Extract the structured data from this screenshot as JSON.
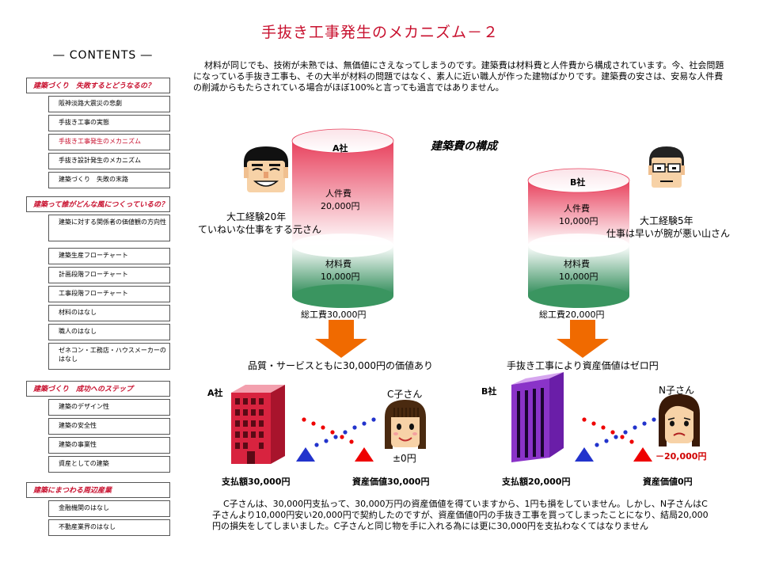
{
  "page": {
    "title": "手抜き工事発生のメカニズム－２",
    "intro": "材料が同じでも、技術が未熟では、無価値にさえなってしまうのです。建築費は材料費と人件費から構成されています。今、社会問題になっている手抜き工事も、その大半が材料の問題ではなく、素人に近い職人が作った建物ばかりです。建築費の安さは、安易な人件費の削減からもたらされている場合がほぼ100%と言っても過言ではありません。",
    "bottom": "C子さんは、30,000円支払って、30,000万円の資産価値を得ていますから、1円も損をしていません。しかし、N子さんはC子さんより10,000円安い20,000円で契約したのですが、資産価値0円の手抜き工事を買ってしまったことになり、結局20,000円の損失をしてしまいました。C子さんと同じ物を手に入れる為には更に30,000円を支払わなくてはなりません"
  },
  "sidebar": {
    "heading": "― CONTENTS ―",
    "sections": [
      {
        "label": "建築づくり　失敗するとどうなるの？",
        "items": [
          "阪神淡路大震災の悲劇",
          "手抜き工事の実態",
          "手抜き工事発生のメカニズム",
          "手抜き設計発生のメカニズム",
          "建築づくり　失敗の末路"
        ]
      },
      {
        "label": "建築って誰がどんな風につくっているの？",
        "items": [
          "建築に対する関係者の価値観の方向性",
          "建築生産フローチャート",
          "計画段階フローチャート",
          "工事段階フローチャート",
          "材料のはなし",
          "職人のはなし",
          "ゼネコン・工務店・ハウスメーカーのはなし"
        ]
      },
      {
        "label": "建築づくり　成功へのステップ",
        "items": [
          "建築のデザイン性",
          "建築の安全性",
          "建築の事業性",
          "資産としての建築"
        ]
      },
      {
        "label": "建築にまつわる周辺産業",
        "items": [
          "金融機関のはなし",
          "不動産業界のはなし"
        ]
      }
    ],
    "active_item": "手抜き工事発生のメカニズム"
  },
  "diagram": {
    "heading": "建築費の構成",
    "company_a": {
      "name": "A社",
      "labor_label": "人件費",
      "labor_value": "20,000円",
      "material_label": "材料費",
      "material_value": "10,000円",
      "total": "総工費30,000円",
      "worker_line1": "大工経験20年",
      "worker_line2": "ていねいな仕事をする元さん",
      "quality": "品質・サービスともに30,000円の価値あり",
      "building_label": "A社",
      "customer": "C子さん",
      "balance": "±0円",
      "paid": "支払額30,000円",
      "asset": "資産価値30,000円"
    },
    "company_b": {
      "name": "B社",
      "labor_label": "人件費",
      "labor_value": "10,000円",
      "material_label": "材料費",
      "material_value": "10,000円",
      "total": "総工費20,000円",
      "worker_line1": "大工経験5年",
      "worker_line2": "仕事は早いが腕が悪い山さん",
      "quality": "手抜き工事により資産価値はゼロ円",
      "building_label": "B社",
      "customer": "N子さん",
      "balance": "－20,000円",
      "paid": "支払額20,000円",
      "asset": "資産価値0円"
    },
    "colors": {
      "labor": "#e8425e",
      "material": "#2e8b57",
      "arrow": "#f06a00",
      "red_building": "#d8233f",
      "purple_building": "#8a33c8",
      "loss": "#d00000",
      "dot_red": "#ee0000",
      "dot_blue": "#2233cc"
    }
  }
}
